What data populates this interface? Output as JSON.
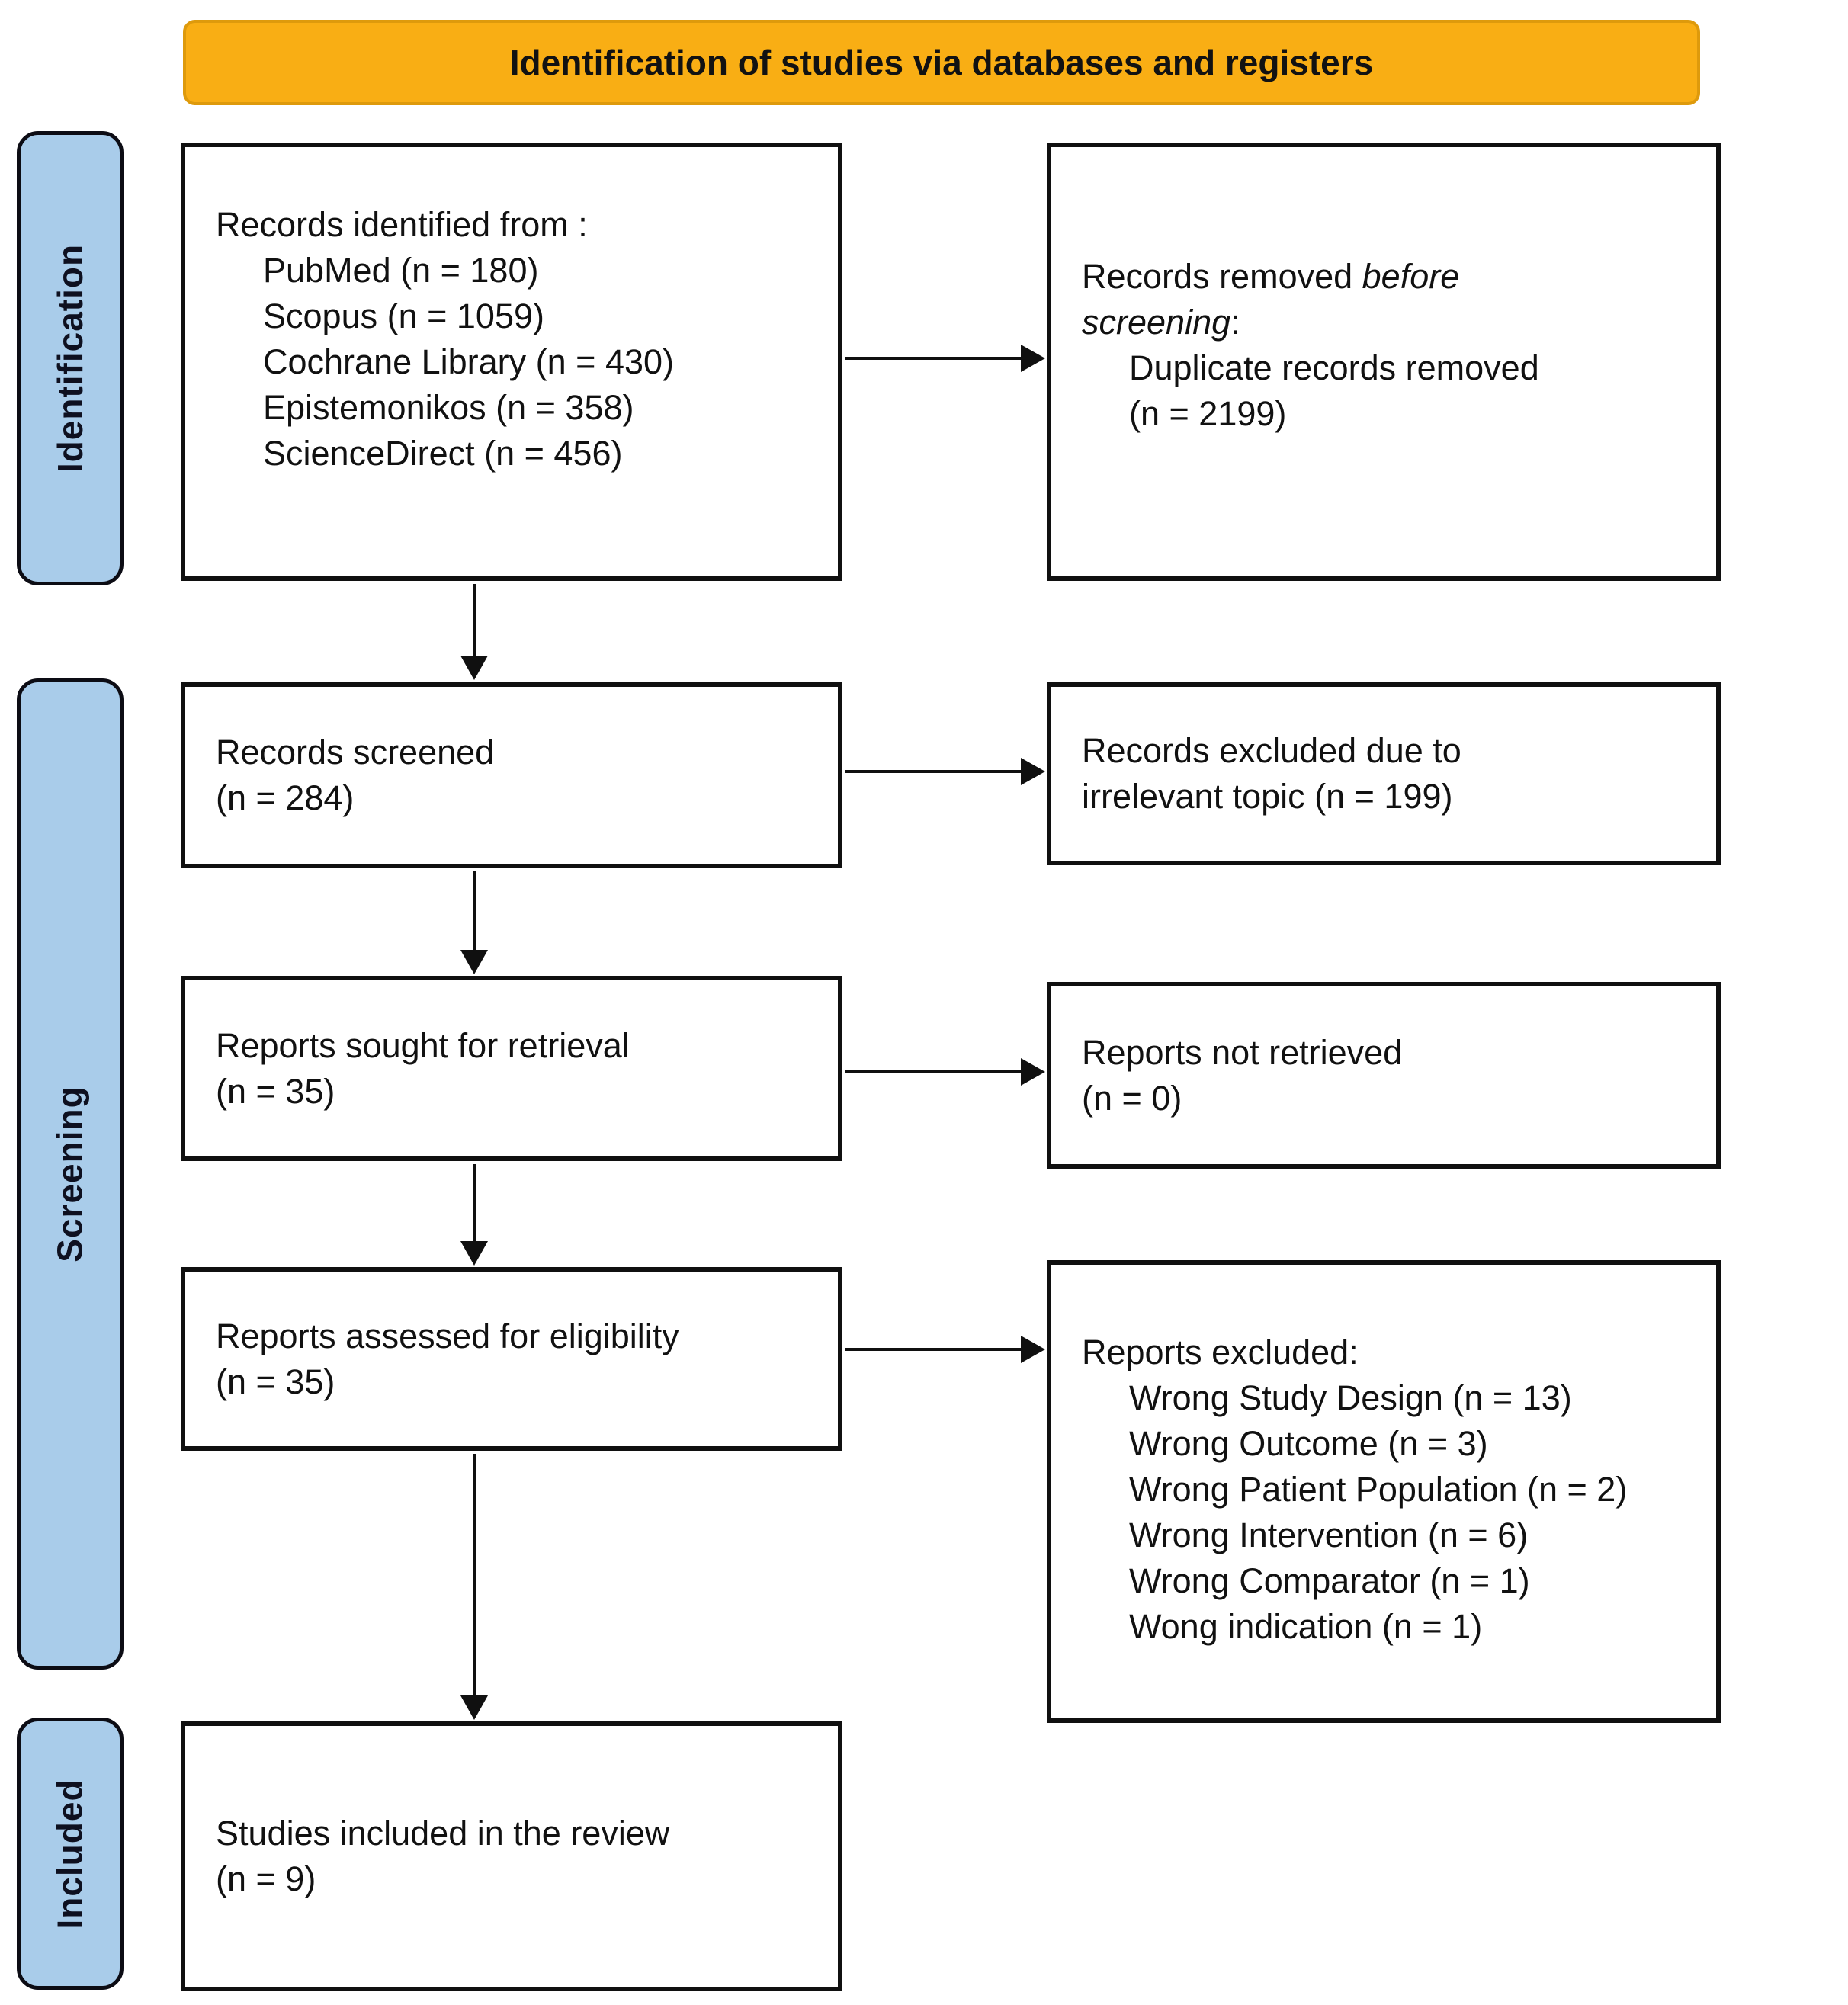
{
  "banner": {
    "title": "Identification of studies via databases and registers"
  },
  "sidebar": {
    "identification": "Identification",
    "screening": "Screening",
    "included": "Included"
  },
  "boxes": {
    "records_identified": {
      "title": "Records identified from :",
      "items": [
        "PubMed (n = 180)",
        "Scopus (n = 1059)",
        "Cochrane Library (n = 430)",
        "Epistemonikos (n = 358)",
        "ScienceDirect (n = 456)"
      ]
    },
    "records_removed": {
      "line1_normal": "Records removed ",
      "line1_italic": "before",
      "line2_italic": "screening",
      "line2_colon": ":",
      "items": [
        "Duplicate records removed",
        "(n = 2199)"
      ]
    },
    "records_screened": {
      "lines": [
        "Records screened",
        "(n = 284)"
      ]
    },
    "records_excluded": {
      "lines": [
        "Records excluded due to",
        "irrelevant topic (n = 199)"
      ]
    },
    "reports_sought": {
      "lines": [
        "Reports sought for retrieval",
        "(n = 35)"
      ]
    },
    "reports_not_retrieved": {
      "lines": [
        "Reports not retrieved",
        "(n = 0)"
      ]
    },
    "reports_assessed": {
      "lines": [
        "Reports assessed for eligibility",
        "(n = 35)"
      ]
    },
    "reports_excluded": {
      "title": "Reports excluded:",
      "items": [
        "Wrong Study Design (n = 13)",
        "Wrong Outcome (n = 3)",
        "Wrong Patient Population (n = 2)",
        "Wrong Intervention (n = 6)",
        "Wrong Comparator (n = 1)",
        "Wong indication (n = 1)"
      ]
    },
    "studies_included": {
      "lines": [
        "Studies included in the review",
        "(n = 9)"
      ]
    }
  },
  "colors": {
    "banner_bg": "#F9AE14",
    "banner_border": "#DE9A0C",
    "stage_bg": "#A9CCEA"
  }
}
